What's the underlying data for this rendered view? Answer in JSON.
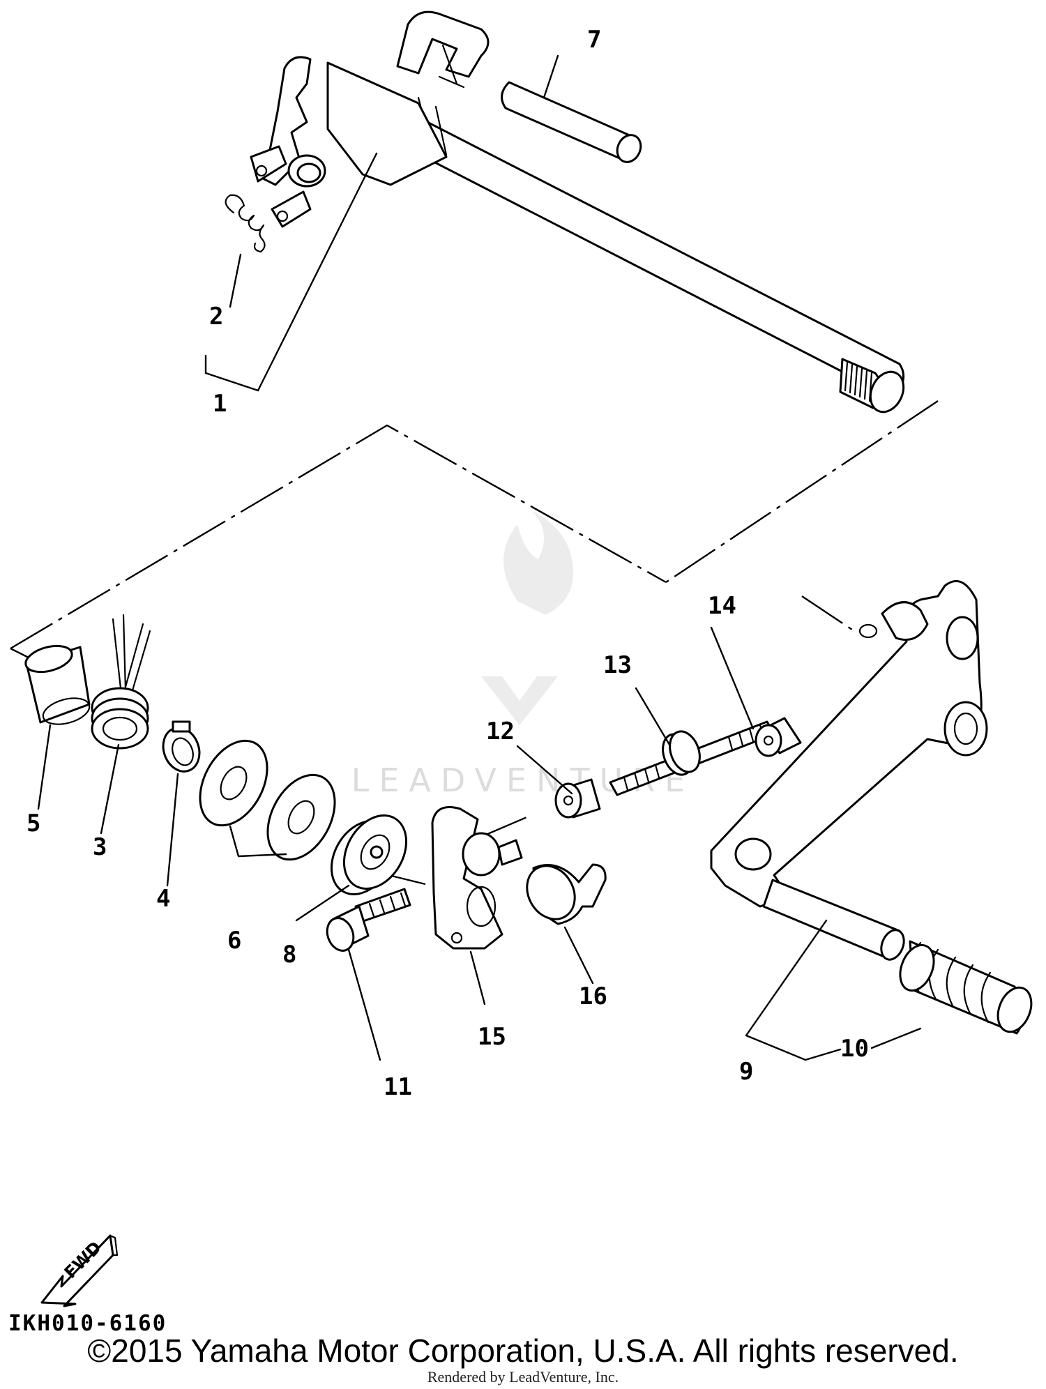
{
  "callouts": {
    "c1": "1",
    "c2": "2",
    "c3": "3",
    "c4": "4",
    "c5": "5",
    "c6": "6",
    "c7": "7",
    "c8": "8",
    "c9": "9",
    "c10": "10",
    "c11": "11",
    "c12": "12",
    "c13": "13",
    "c14": "14",
    "c15": "15",
    "c16": "16"
  },
  "fwd_label": "FWD",
  "watermark_text": "LEADVENTURE",
  "diagram_code": "IKH010-6160",
  "copyright": "©2015 Yamaha Motor Corporation, U.S.A. All rights reserved.",
  "rendered_by": "Rendered by LeadVenture, Inc."
}
